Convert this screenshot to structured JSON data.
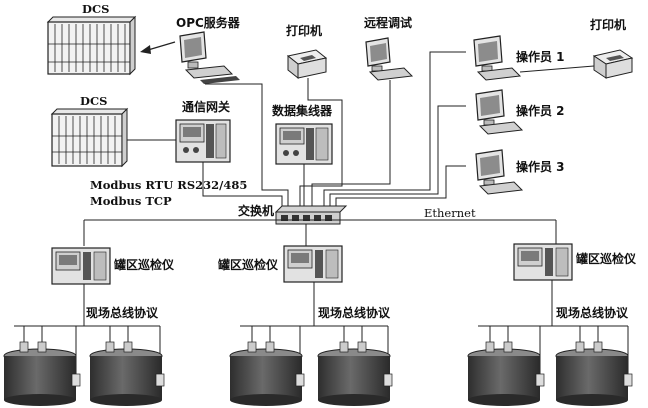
{
  "diagram": {
    "labels": {
      "dcs_top": "DCS",
      "dcs_mid": "DCS",
      "opc_server": "OPC服务器",
      "printer_center": "打印机",
      "remote_debug": "远程调试",
      "printer_right": "打印机",
      "gateway": "通信网关",
      "data_concentrator": "数据集线器",
      "operator_1": "操作员 1",
      "operator_2": "操作员 2",
      "operator_3": "操作员 3",
      "modbus_rtu": "Modbus RTU RS232/485",
      "modbus_tcp": "Modbus TCP",
      "switch": "交换机",
      "ethernet": "Ethernet",
      "tank_inspector_left": "罐区巡检仪",
      "tank_inspector_mid": "罐区巡检仪",
      "tank_inspector_right": "罐区巡检仪",
      "field_bus_left": "现场总线协议",
      "field_bus_mid": "现场总线协议",
      "field_bus_right": "现场总线协议"
    },
    "colors": {
      "line": "#1a1a1a",
      "device_fill": "#d9d9d9",
      "device_dark": "#5a5a5a",
      "tank_fill": "#4a4a4a",
      "screen": "#9a9a9a"
    }
  }
}
